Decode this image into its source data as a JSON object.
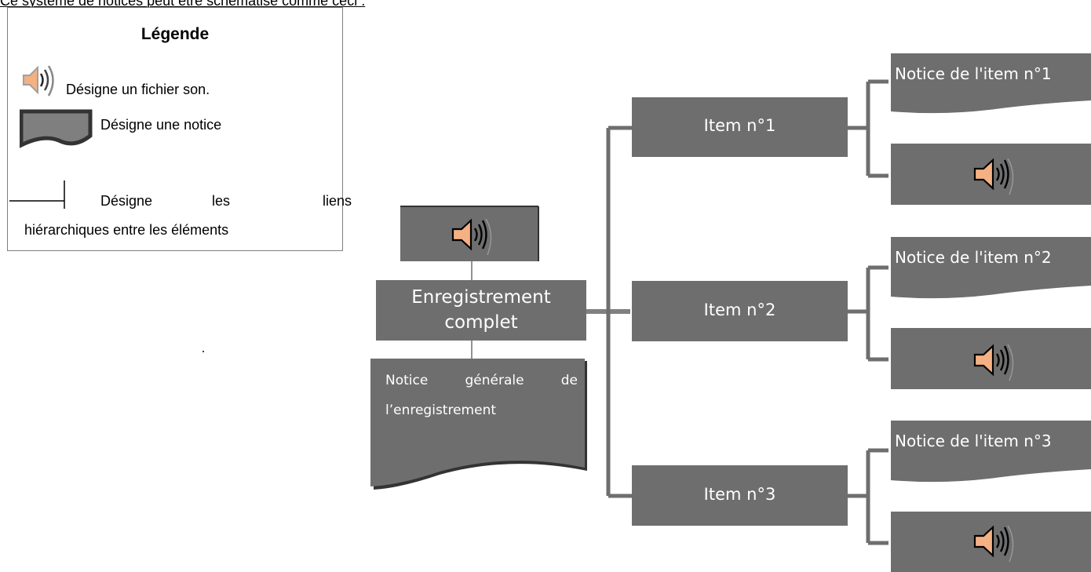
{
  "intro_text": "Ce système de notices peut être schématisé comme ceci :",
  "legend": {
    "title": "Légende",
    "sound_desc": "Désigne un fichier son.",
    "notice_desc": "Désigne une notice",
    "links_desc_parts": [
      "Désigne",
      "les",
      "liens"
    ],
    "links_desc_line2": "hiérarchiques entre les éléments"
  },
  "diagram": {
    "root_label_line1": "Enregistrement",
    "root_label_line2": "complet",
    "general_notice_line1": "Notice générale de",
    "general_notice_line2": "l’enregistrement",
    "items": [
      {
        "label": "Item n°1",
        "notice_title": "Notice de l'item n°1"
      },
      {
        "label": "Item n°2",
        "notice_title": "Notice de l'item n°2"
      },
      {
        "label": "Item n°3",
        "notice_title": "Notice de l'item n°3"
      }
    ]
  },
  "colors": {
    "box_fill": "#6e6e6e",
    "box_dark": "#595959",
    "line": "#6e6e6e",
    "speaker": "#f4b183",
    "speaker_stroke": "#000000",
    "text_on_box": "#ffffff"
  }
}
